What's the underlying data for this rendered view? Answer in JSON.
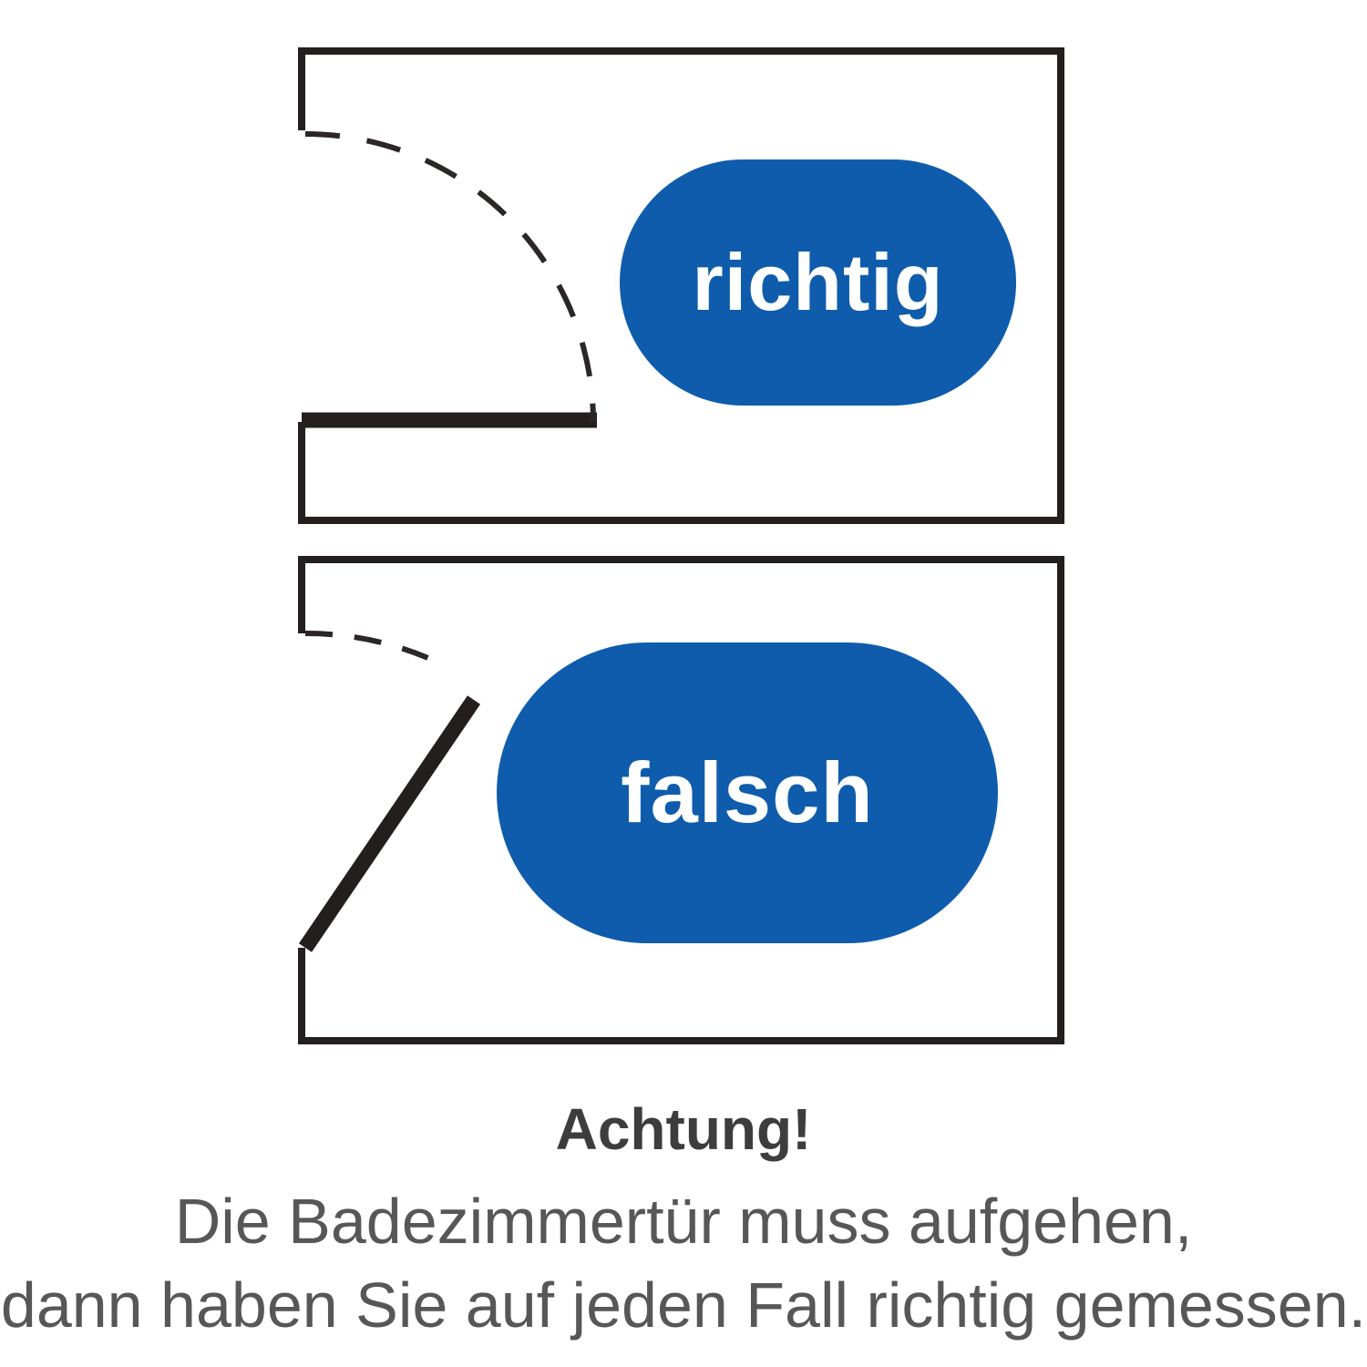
{
  "diagram": {
    "correct_label": "richtig",
    "wrong_label": "falsch",
    "accent_color": "#0f5cac",
    "line_color": "#231f1e"
  },
  "caption": {
    "title": "Achtung!",
    "line1": "Die Badezimmertür muss aufgehen,",
    "line2": "dann haben Sie auf jeden Fall richtig gemessen."
  }
}
